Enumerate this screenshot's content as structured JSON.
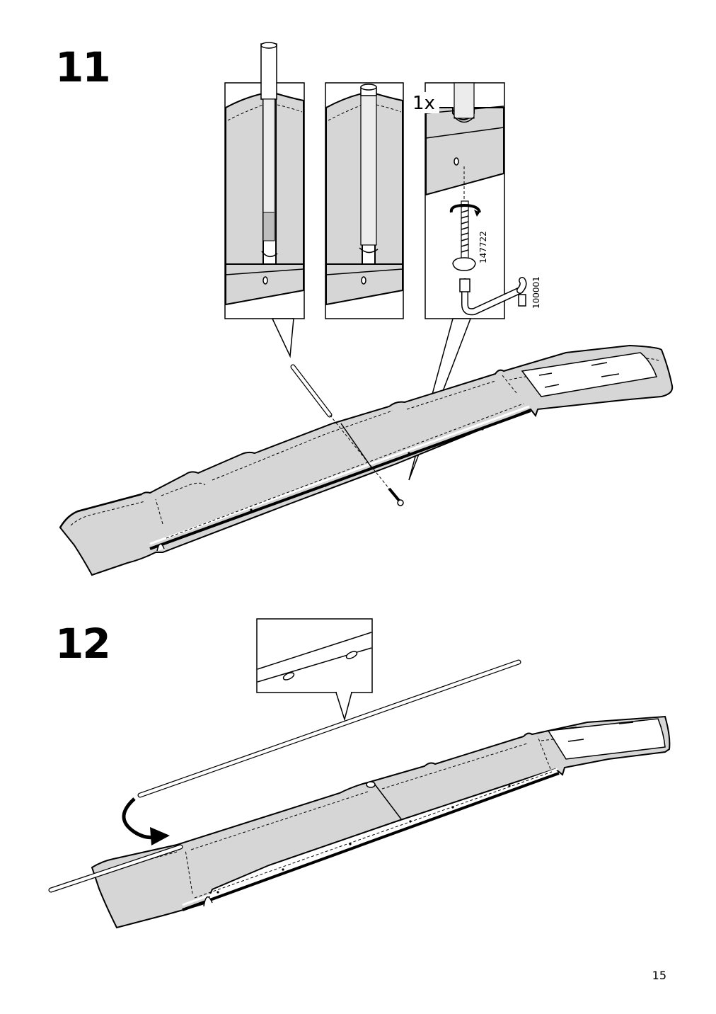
{
  "steps": [
    {
      "number": "11"
    },
    {
      "number": "12"
    }
  ],
  "step11": {
    "quantity": "1x",
    "screw_part_number": "147722",
    "key_part_number": "100001"
  },
  "page": {
    "number": "15"
  },
  "colors": {
    "fabric": "#d6d6d6",
    "outline": "#000000",
    "background": "#ffffff"
  }
}
